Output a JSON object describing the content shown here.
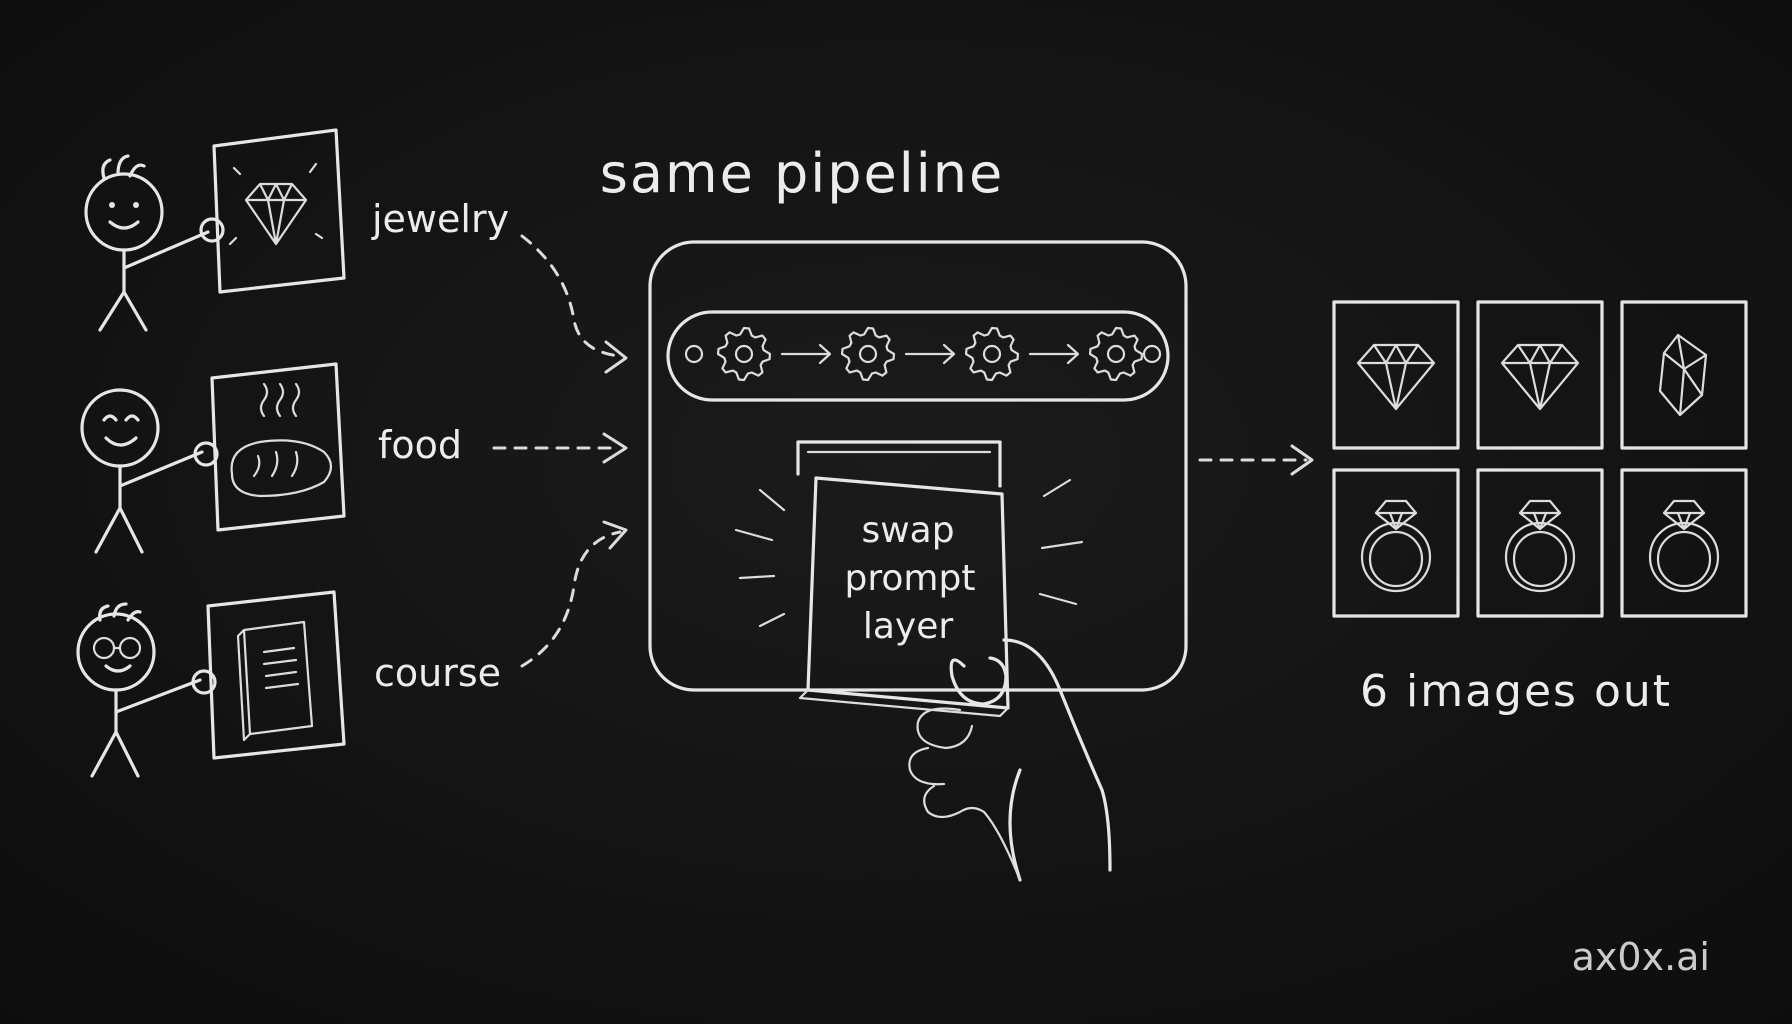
{
  "title": "same pipeline",
  "inputs": [
    {
      "label": "jewelry",
      "icon": "diamond-icon"
    },
    {
      "label": "food",
      "icon": "bread-icon"
    },
    {
      "label": "course",
      "icon": "book-icon"
    }
  ],
  "pipeline": {
    "gears": 4,
    "card_lines": [
      "swap",
      "prompt",
      "layer"
    ]
  },
  "output": {
    "label": "6 images out",
    "tiles": [
      "diamond-icon",
      "diamond-icon",
      "gem-icon",
      "ring-icon",
      "ring-icon",
      "ring-icon"
    ]
  },
  "watermark": "ax0x.ai",
  "colors": {
    "background": "#141414",
    "chalk": "#e6e6e6"
  }
}
